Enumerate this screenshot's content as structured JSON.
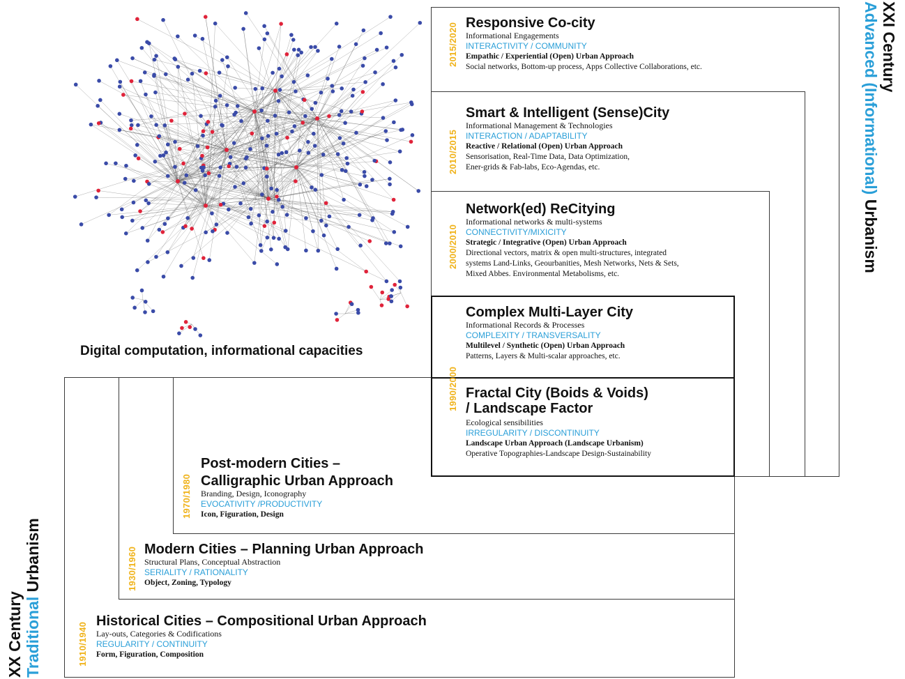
{
  "network_caption": "Digital computation, informational capacities",
  "colors": {
    "accent": "#2a9fd8",
    "year": "#f0b31b",
    "node_blue": "#3a4ba8",
    "node_red": "#e0233a"
  },
  "labels": {
    "xxi_line1": "XXI Century",
    "xxi_blue": "Advanced (Informational)",
    "xxi_black": "Urbanism",
    "xx_line1": "XX Century",
    "xx_blue": "Traditional",
    "xx_black": "Urbanism"
  },
  "eras": {
    "responsive": {
      "years": "2015/2020",
      "title": "Responsive Co-city",
      "subtitle": "Informational Engagements",
      "keywords": "INTERACTIVITY / COMMUNITY",
      "approach": "Empathic / Experiential (Open) Urban Approach",
      "examples": [
        "Social networks, Bottom-up process, Apps Collective Collaborations, etc."
      ]
    },
    "smart": {
      "years": "2010/2015",
      "title": "Smart & Intelligent (Sense)City",
      "subtitle": "Informational Management & Technologies",
      "keywords": "INTERACTION / ADAPTABILITY",
      "approach": "Reactive / Relational (Open) Urban Approach",
      "examples": [
        "Sensorisation, Real-Time Data, Data Optimization,",
        "Ener-grids & Fab-labs, Eco-Agendas, etc."
      ]
    },
    "network": {
      "years": "2000/2010",
      "title": "Network(ed) ReCitying",
      "subtitle": "Informational networks & multi-systems",
      "keywords": "CONNECTIVITY/MIXICITY",
      "approach": "Strategic / Integrative (Open) Urban Approach",
      "examples": [
        "Directional vectors, matrix & open multi-structures, integrated",
        "systems Land-Links, Geourbanities, Mesh Networks, Nets & Sets,",
        "Mixed Abbes. Environmental Metabolisms, etc."
      ]
    },
    "complex": {
      "title": "Complex Multi-Layer City",
      "subtitle": "Informational Records & Processes",
      "keywords": "COMPLEXITY / TRANSVERSALITY",
      "approach": "Multilevel / Synthetic (Open) Urban Approach",
      "examples": [
        "Patterns, Layers & Multi-scalar approaches, etc."
      ]
    },
    "fractal": {
      "years": "1990/2000",
      "title_line1": "Fractal City (Boids & Voids)",
      "title_line2": "/ Landscape Factor",
      "subtitle": "Ecological sensibilities",
      "keywords": "IRREGULARITY / DISCONTINUITY",
      "approach": "Landscape Urban Approach (Landscape Urbanism)",
      "examples": [
        "Operative Topographies-Landscape Design-Sustainability"
      ]
    },
    "postmodern": {
      "years": "1970/1980",
      "title_line1": "Post-modern Cities –",
      "title_line2": "Calligraphic Urban Approach",
      "subtitle": "Branding, Design, Iconography",
      "keywords": "EVOCATIVITY /PRODUCTIVITY",
      "approach": "Icon, Figuration, Design"
    },
    "modern": {
      "years": "1930/1960",
      "title": "Modern Cities – Planning Urban Approach",
      "subtitle": "Structural Plans, Conceptual Abstraction",
      "keywords": "SERIALITY / RATIONALITY",
      "approach": "Object, Zoning, Typology"
    },
    "historical": {
      "years": "1910/1940",
      "title": "Historical Cities – Compositional Urban Approach",
      "subtitle": "Lay-outs, Categories & Codifications",
      "keywords": "REGULARITY / CONTINUITY",
      "approach": "Form, Figuration, Composition"
    }
  }
}
